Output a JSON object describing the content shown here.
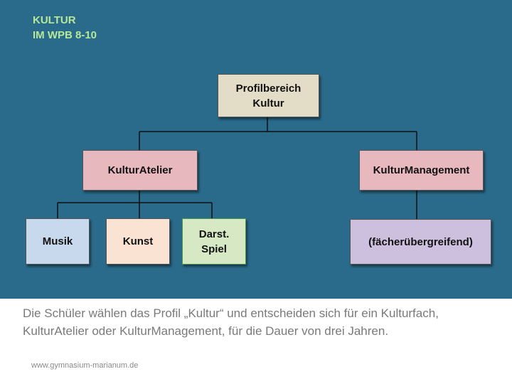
{
  "title": {
    "line1": "KULTUR",
    "line2": "IM WPB 8-10"
  },
  "nodes": {
    "root": "Profilbereich\nKultur",
    "kulturatelier": "KulturAtelier",
    "kulturmanagement": "KulturManagement",
    "musik": "Musik",
    "kunst": "Kunst",
    "darst_spiel": "Darst.\nSpiel",
    "faecheruebergreifend": "(fächerübergreifend)"
  },
  "colors": {
    "background": "#2a6a8a",
    "title": "#b6e89a",
    "root": "#e3dcc6",
    "kulturatelier": "#e8b8bf",
    "kulturmanagement": "#e8b8bf",
    "musik": "#c8d9ee",
    "kunst": "#fbe3d4",
    "darst_spiel": "#d6e8c4",
    "faecheruebergreifend": "#cdc0de"
  },
  "caption": "Die Schüler wählen das Profil „Kultur“ und entscheiden sich für ein Kulturfach, KulturAtelier oder KulturManagement, für die Dauer von drei Jahren.",
  "footer": "www.gymnasium-marianum.de"
}
